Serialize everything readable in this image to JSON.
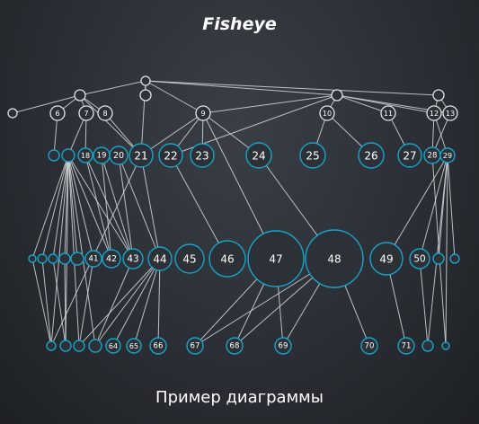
{
  "title": "Fisheye",
  "caption": "Пример диаграммы",
  "colors": {
    "node_stroke": "#1aa3c8",
    "root_stroke": "#dfe3e6",
    "edge": "#d5d9dd",
    "label": "#ffffff"
  },
  "nodes": [
    {
      "id": "r0",
      "label": ""
    },
    {
      "id": "h1",
      "label": ""
    },
    {
      "id": "h2",
      "label": ""
    },
    {
      "id": "h3",
      "label": ""
    },
    {
      "id": "h4",
      "label": ""
    },
    {
      "id": "a1",
      "label": ""
    },
    {
      "id": "n6",
      "label": "6"
    },
    {
      "id": "n7",
      "label": "7"
    },
    {
      "id": "n8",
      "label": "8"
    },
    {
      "id": "n9",
      "label": "9"
    },
    {
      "id": "n10",
      "label": "10"
    },
    {
      "id": "n11",
      "label": "11"
    },
    {
      "id": "n12",
      "label": "12"
    },
    {
      "id": "n13",
      "label": "13"
    },
    {
      "id": "b1",
      "label": ""
    },
    {
      "id": "b2",
      "label": ""
    },
    {
      "id": "n18",
      "label": "18"
    },
    {
      "id": "n19",
      "label": "19"
    },
    {
      "id": "n20",
      "label": "20"
    },
    {
      "id": "n21",
      "label": "21"
    },
    {
      "id": "n22",
      "label": "22"
    },
    {
      "id": "n23",
      "label": "23"
    },
    {
      "id": "n24",
      "label": "24"
    },
    {
      "id": "n25",
      "label": "25"
    },
    {
      "id": "n26",
      "label": "26"
    },
    {
      "id": "n27",
      "label": "27"
    },
    {
      "id": "n28",
      "label": "28"
    },
    {
      "id": "n29",
      "label": "29"
    },
    {
      "id": "c1",
      "label": ""
    },
    {
      "id": "c2",
      "label": ""
    },
    {
      "id": "c3",
      "label": ""
    },
    {
      "id": "c4",
      "label": ""
    },
    {
      "id": "c5",
      "label": ""
    },
    {
      "id": "n41",
      "label": "41"
    },
    {
      "id": "n42",
      "label": "42"
    },
    {
      "id": "n43",
      "label": "43"
    },
    {
      "id": "n44",
      "label": "44"
    },
    {
      "id": "n45",
      "label": "45"
    },
    {
      "id": "n46",
      "label": "46"
    },
    {
      "id": "n47",
      "label": "47"
    },
    {
      "id": "n48",
      "label": "48"
    },
    {
      "id": "n49",
      "label": "49"
    },
    {
      "id": "n50",
      "label": "50"
    },
    {
      "id": "c6",
      "label": ""
    },
    {
      "id": "c7",
      "label": ""
    },
    {
      "id": "d1",
      "label": ""
    },
    {
      "id": "d2",
      "label": ""
    },
    {
      "id": "d3",
      "label": ""
    },
    {
      "id": "d4",
      "label": ""
    },
    {
      "id": "n64",
      "label": "64"
    },
    {
      "id": "n65",
      "label": "65"
    },
    {
      "id": "n66",
      "label": "66"
    },
    {
      "id": "n67",
      "label": "67"
    },
    {
      "id": "n68",
      "label": "68"
    },
    {
      "id": "n69",
      "label": "69"
    },
    {
      "id": "n70",
      "label": "70"
    },
    {
      "id": "n71",
      "label": "71"
    },
    {
      "id": "d5",
      "label": ""
    },
    {
      "id": "d6",
      "label": ""
    }
  ],
  "edges": [
    [
      "r0",
      "h1"
    ],
    [
      "r0",
      "h2"
    ],
    [
      "r0",
      "h3"
    ],
    [
      "r0",
      "h4"
    ],
    [
      "r0",
      "n9"
    ],
    [
      "r0",
      "n21"
    ],
    [
      "h1",
      "a1"
    ],
    [
      "h1",
      "n6"
    ],
    [
      "h1",
      "n7"
    ],
    [
      "h1",
      "n8"
    ],
    [
      "h1",
      "n21"
    ],
    [
      "h3",
      "n9"
    ],
    [
      "h3",
      "n10"
    ],
    [
      "h3",
      "n11"
    ],
    [
      "h3",
      "n12"
    ],
    [
      "h3",
      "n13"
    ],
    [
      "h3",
      "n22"
    ],
    [
      "h4",
      "n12"
    ],
    [
      "h4",
      "n13"
    ],
    [
      "n7",
      "b2"
    ],
    [
      "n7",
      "n18"
    ],
    [
      "n8",
      "n21"
    ],
    [
      "n9",
      "n21"
    ],
    [
      "n9",
      "n22"
    ],
    [
      "n9",
      "n23"
    ],
    [
      "n9",
      "n24"
    ],
    [
      "n9",
      "n47"
    ],
    [
      "n10",
      "n25"
    ],
    [
      "n10",
      "n26"
    ],
    [
      "n11",
      "n27"
    ],
    [
      "n12",
      "n28"
    ],
    [
      "n12",
      "n29"
    ],
    [
      "n13",
      "n28"
    ],
    [
      "n6",
      "b1"
    ],
    [
      "b2",
      "c1"
    ],
    [
      "b2",
      "c2"
    ],
    [
      "b2",
      "c3"
    ],
    [
      "b2",
      "c4"
    ],
    [
      "b2",
      "c5"
    ],
    [
      "b2",
      "n41"
    ],
    [
      "b2",
      "n42"
    ],
    [
      "b2",
      "n43"
    ],
    [
      "b2",
      "d2"
    ],
    [
      "b2",
      "d3"
    ],
    [
      "b2",
      "d4"
    ],
    [
      "b2",
      "d1"
    ],
    [
      "n18",
      "n42"
    ],
    [
      "n18",
      "n43"
    ],
    [
      "n19",
      "n42"
    ],
    [
      "n19",
      "n43"
    ],
    [
      "n20",
      "n43"
    ],
    [
      "n20",
      "n44"
    ],
    [
      "n21",
      "n44"
    ],
    [
      "n22",
      "n46"
    ],
    [
      "n24",
      "n48"
    ],
    [
      "n21",
      "d1"
    ],
    [
      "n29",
      "n49"
    ],
    [
      "n29",
      "n50"
    ],
    [
      "n29",
      "c6"
    ],
    [
      "n29",
      "c7"
    ],
    [
      "n29",
      "d5"
    ],
    [
      "n29",
      "d6"
    ],
    [
      "n28",
      "d6"
    ],
    [
      "c1",
      "d1"
    ],
    [
      "c2",
      "d1"
    ],
    [
      "c3",
      "d2"
    ],
    [
      "c4",
      "d2"
    ],
    [
      "n44",
      "d3"
    ],
    [
      "n44",
      "d4"
    ],
    [
      "n44",
      "n64"
    ],
    [
      "n44",
      "n65"
    ],
    [
      "n44",
      "n66"
    ],
    [
      "n43",
      "d4"
    ],
    [
      "n47",
      "n67"
    ],
    [
      "n47",
      "n68"
    ],
    [
      "n47",
      "n69"
    ],
    [
      "n48",
      "n67"
    ],
    [
      "n48",
      "n68"
    ],
    [
      "n48",
      "n69"
    ],
    [
      "n48",
      "n70"
    ],
    [
      "n49",
      "n71"
    ],
    [
      "n50",
      "d5"
    ],
    [
      "n41",
      "d3"
    ]
  ]
}
